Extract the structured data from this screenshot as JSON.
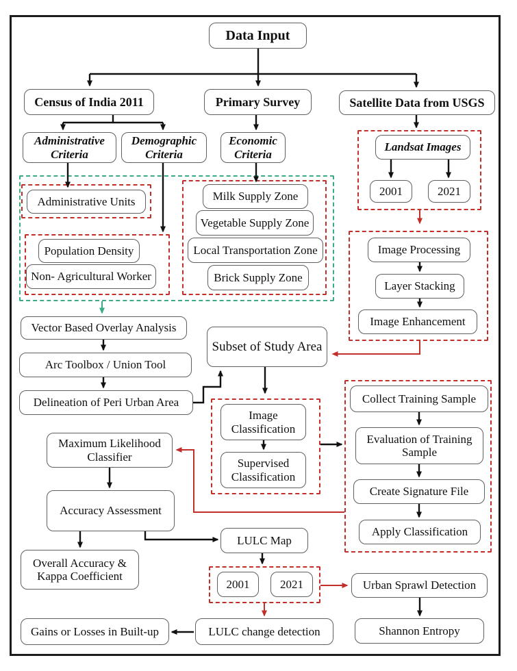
{
  "diagram_title": "Data Input",
  "nodes": {
    "data_input": "Data Input",
    "census": "Census of India 2011",
    "primary_survey": "Primary Survey",
    "satellite": "Satellite Data from USGS",
    "admin_criteria": "Administrative Criteria",
    "demo_criteria": "Demographic Criteria",
    "econ_criteria": "Economic Criteria",
    "landsat": "Landsat Images",
    "landsat_2001": "2001",
    "landsat_2021": "2021",
    "admin_units": "Administrative Units",
    "pop_density": "Population Density",
    "non_agri": "Non- Agricultural Worker",
    "milk_zone": "Milk Supply Zone",
    "veg_zone": "Vegetable Supply Zone",
    "transport_zone": "Local Transportation Zone",
    "brick_zone": "Brick Supply Zone",
    "image_processing": "Image Processing",
    "layer_stacking": "Layer Stacking",
    "image_enhancement": "Image Enhancement",
    "vector_overlay": "Vector Based Overlay Analysis",
    "arc_toolbox": "Arc Toolbox / Union Tool",
    "delineation": "Delineation of Peri Urban Area",
    "subset_area": "Subset of Study Area",
    "image_classification": "Image Classification",
    "supervised_classification": "Supervised Classification",
    "collect_training": "Collect Training Sample",
    "evaluation_training": "Evaluation of Training Sample",
    "create_signature": "Create Signature File",
    "apply_classification": "Apply Classification",
    "max_likelihood": "Maximum Likelihood Classifier",
    "accuracy_assessment": "Accuracy Assessment",
    "overall_accuracy": "Overall Accuracy & Kappa Coefficient",
    "lulc_map": "LULC Map",
    "map_2001": "2001",
    "map_2021": "2021",
    "urban_sprawl": "Urban Sprawl Detection",
    "shannon_entropy": "Shannon Entropy",
    "lulc_change": "LULC change detection",
    "gains_losses": "Gains or Losses in Built-up"
  },
  "colors": {
    "arrow_black": "#111111",
    "highlight_red": "#c22f2a",
    "group_green": "#3aaa87",
    "box_border_gray": "#5f5f5f"
  }
}
